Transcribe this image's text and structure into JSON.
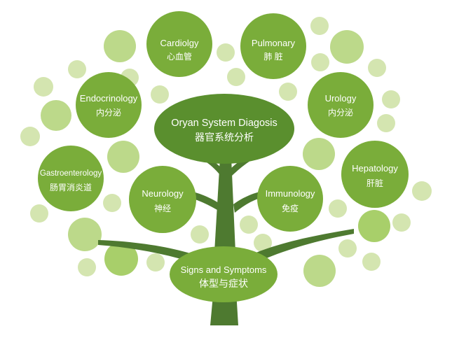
{
  "colors": {
    "trunk": "#4e7a30",
    "node": "#7aad3a",
    "center": "#5a8f2e",
    "bubble_light": "#d4e5b0",
    "bubble_mid": "#bcd98a",
    "bubble_dark": "#a8cf6a"
  },
  "root": {
    "en": "Signs and Symptoms",
    "zh": "体型与症状"
  },
  "center": {
    "en": "Oryan System Diagosis",
    "zh": "器官系统分析"
  },
  "systems": {
    "cardiology": {
      "en": "Cardiolgy",
      "zh": "心血管"
    },
    "pulmonary": {
      "en": "Pulmonary",
      "zh": "肺 脏"
    },
    "endocrinology": {
      "en": "Endocrinology",
      "zh": "内分泌"
    },
    "urology": {
      "en": "Urology",
      "zh": "内分泌"
    },
    "gastroenterology": {
      "en": "Gastroenterology",
      "zh": "肠胃消炎道"
    },
    "hepatology": {
      "en": "Hepatology",
      "zh": "肝脏"
    },
    "neurology": {
      "en": "Neurology",
      "zh": "神经"
    },
    "immunology": {
      "en": "Immunology",
      "zh": "免疫"
    }
  }
}
